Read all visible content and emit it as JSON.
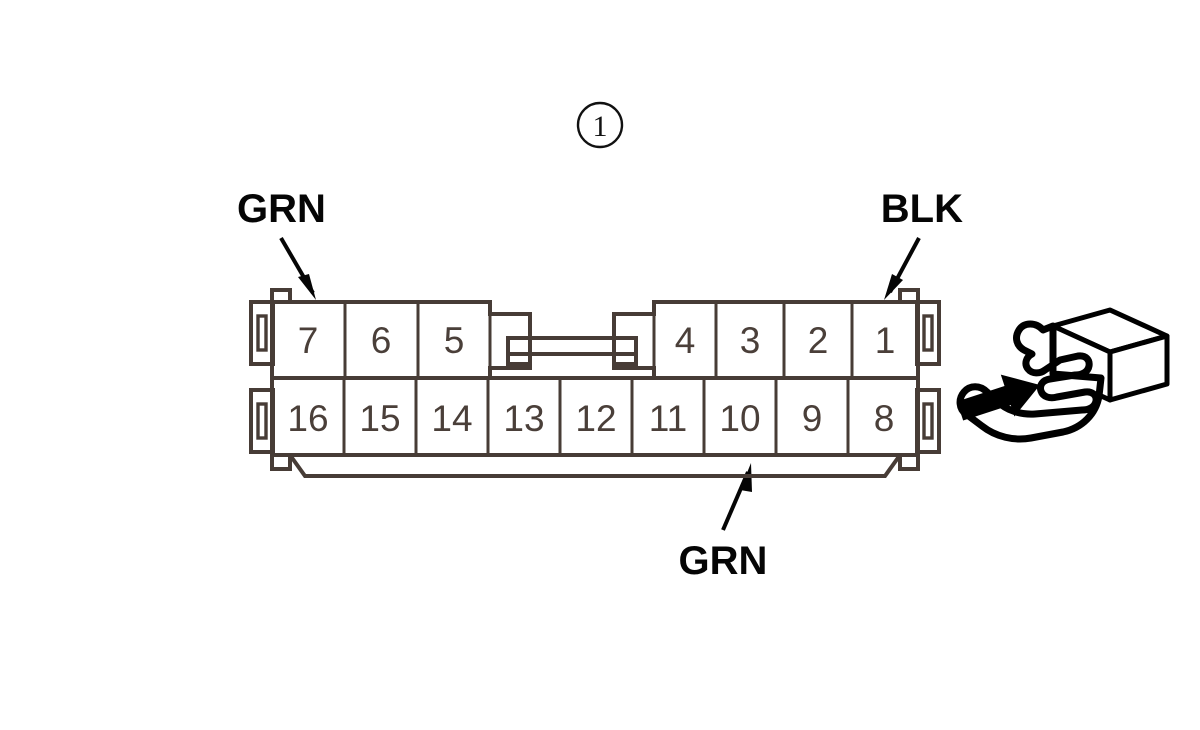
{
  "figure": {
    "marker": "1",
    "background_color": "#ffffff",
    "outline_color": "#473c36",
    "label_color": "#050505",
    "pin_text_color": "#4a3f39",
    "icon_color": "#000000"
  },
  "callouts": [
    {
      "id": "grn-top-left",
      "text": "GRN",
      "position": "top-left",
      "arrow": "down-right"
    },
    {
      "id": "blk-top-right",
      "text": "BLK",
      "position": "top-right",
      "arrow": "down-left"
    },
    {
      "id": "grn-bottom",
      "text": "GRN",
      "position": "bottom-center",
      "arrow": "up-right"
    }
  ],
  "connector": {
    "name": "16-pin connector face view",
    "top_row": [
      "7",
      "6",
      "5",
      "4",
      "3",
      "2",
      "1"
    ],
    "bottom_row": [
      "16",
      "15",
      "14",
      "13",
      "12",
      "11",
      "10",
      "9",
      "8"
    ],
    "has_center_latch_notch": true,
    "latch_between": [
      "5",
      "4"
    ],
    "side_tabs": [
      "left-upper",
      "left-lower",
      "right-upper",
      "right-lower"
    ]
  },
  "hand_icon": {
    "name": "hand-inserting-connector-icon",
    "arrow_direction": "right",
    "description": "hand holding connector block with insertion arrow"
  }
}
